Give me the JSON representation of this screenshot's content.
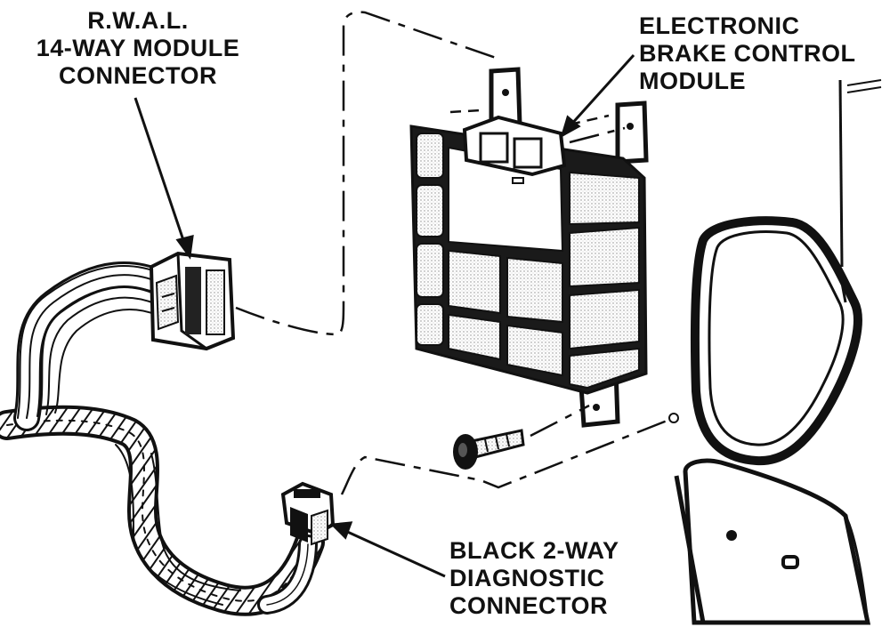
{
  "labels": {
    "rwal_connector": [
      "R.W.A.L.",
      "14-WAY MODULE",
      "CONNECTOR"
    ],
    "brake_module": [
      "ELECTRONIC",
      "BRAKE CONTROL",
      "MODULE"
    ],
    "diagnostic_connector": [
      "BLACK 2-WAY",
      "DIAGNOSTIC",
      "CONNECTOR"
    ]
  },
  "colors": {
    "ink": "#111111",
    "background": "#ffffff"
  }
}
